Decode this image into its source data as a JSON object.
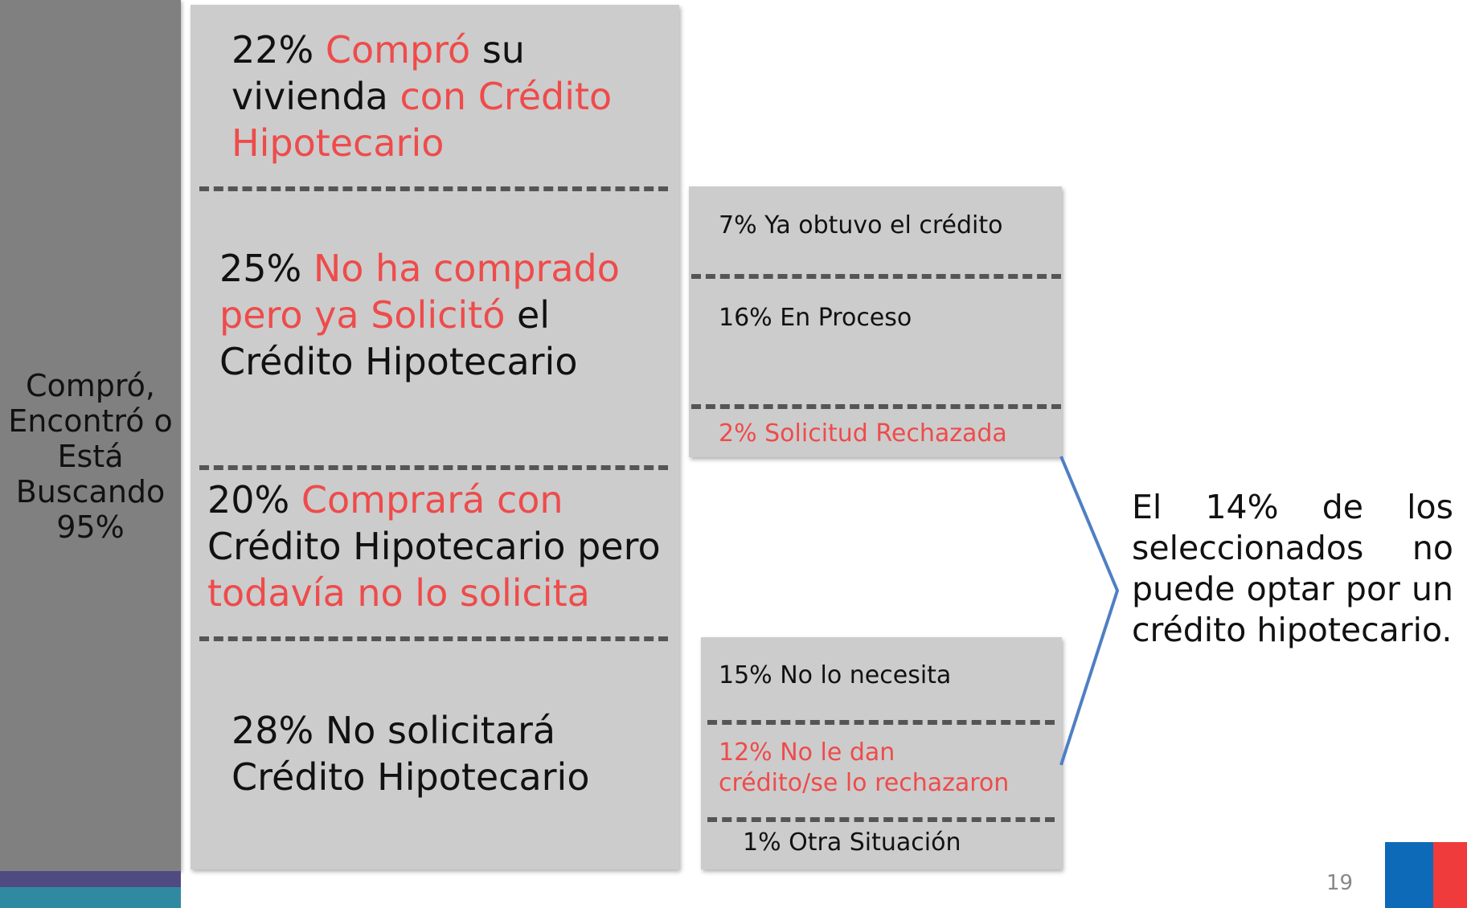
{
  "left_bar": {
    "label_lines": [
      "Compró,",
      "Encontró o",
      "Está",
      "Buscando",
      "95%"
    ]
  },
  "middle": {
    "block1": {
      "pct": "22%",
      "w1": "Compró",
      "w2": "su",
      "w3": "vivienda",
      "w4": "con Crédito",
      "w5": "Hipotecario"
    },
    "block2": {
      "pct": "25%",
      "w1": "No ha comprado",
      "w2": "pero ya Solicitó",
      "w3": "el",
      "w4": "Crédito Hipotecario"
    },
    "block3": {
      "pct": "20%",
      "w1": "Comprará con",
      "w2": "Crédito Hipotecario pero",
      "w3": "todavía no lo solicita"
    },
    "block4": {
      "line1": "28% No solicitará",
      "line2": "Crédito Hipotecario"
    }
  },
  "right_top": {
    "item1": "7% Ya obtuvo el crédito",
    "item2": "16% En Proceso",
    "item3": "2% Solicitud Rechazada"
  },
  "right_bottom": {
    "item1": "15% No lo necesita",
    "item2_line1": "12% No le dan",
    "item2_line2": "crédito/se lo rechazaron",
    "item3": "1% Otra Situación"
  },
  "note": "El 14% de los seleccionados no puede optar por un crédito hipotecario.",
  "page_number": "19",
  "colors": {
    "accent_red": "#ef4b4b",
    "bracket_blue": "#4f7fc4",
    "left_bar_gray": "#808080",
    "panel_gray": "#cccccc",
    "logo_blue": "#0d6ab8",
    "logo_red": "#ef3b3b"
  }
}
